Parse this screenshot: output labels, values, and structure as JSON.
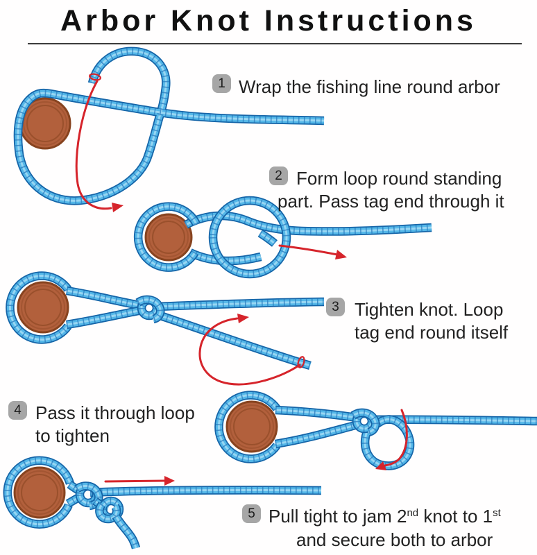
{
  "title": "Arbor Knot Instructions",
  "steps": [
    {
      "num": "1",
      "line1": "Wrap the fishing line round arbor"
    },
    {
      "num": "2",
      "line1": "Form loop round standing",
      "line2": "part. Pass tag end through it"
    },
    {
      "num": "3",
      "line1": "Tighten knot. Loop",
      "line2": "tag end round itself"
    },
    {
      "num": "4",
      "line1": "Pass it through loop",
      "line2": "to tighten"
    },
    {
      "num": "5",
      "line1a": "Pull tight to jam 2",
      "line1sup1": "nd",
      "line1b": " knot to 1",
      "line1sup2": "st",
      "line2": "and secure both to arbor"
    }
  ],
  "colors": {
    "title": "#111111",
    "text": "#222222",
    "badge_bg": "#a6a6a6",
    "rope_fill": "#54b7e8",
    "rope_outline": "#1565a8",
    "rope_dash": "#2e7fc0",
    "rope_highlight": "#a3dcf5",
    "arbor_fill": "#b2603c",
    "arbor_rim": "#87431f",
    "arrow_red": "#d6242b"
  }
}
